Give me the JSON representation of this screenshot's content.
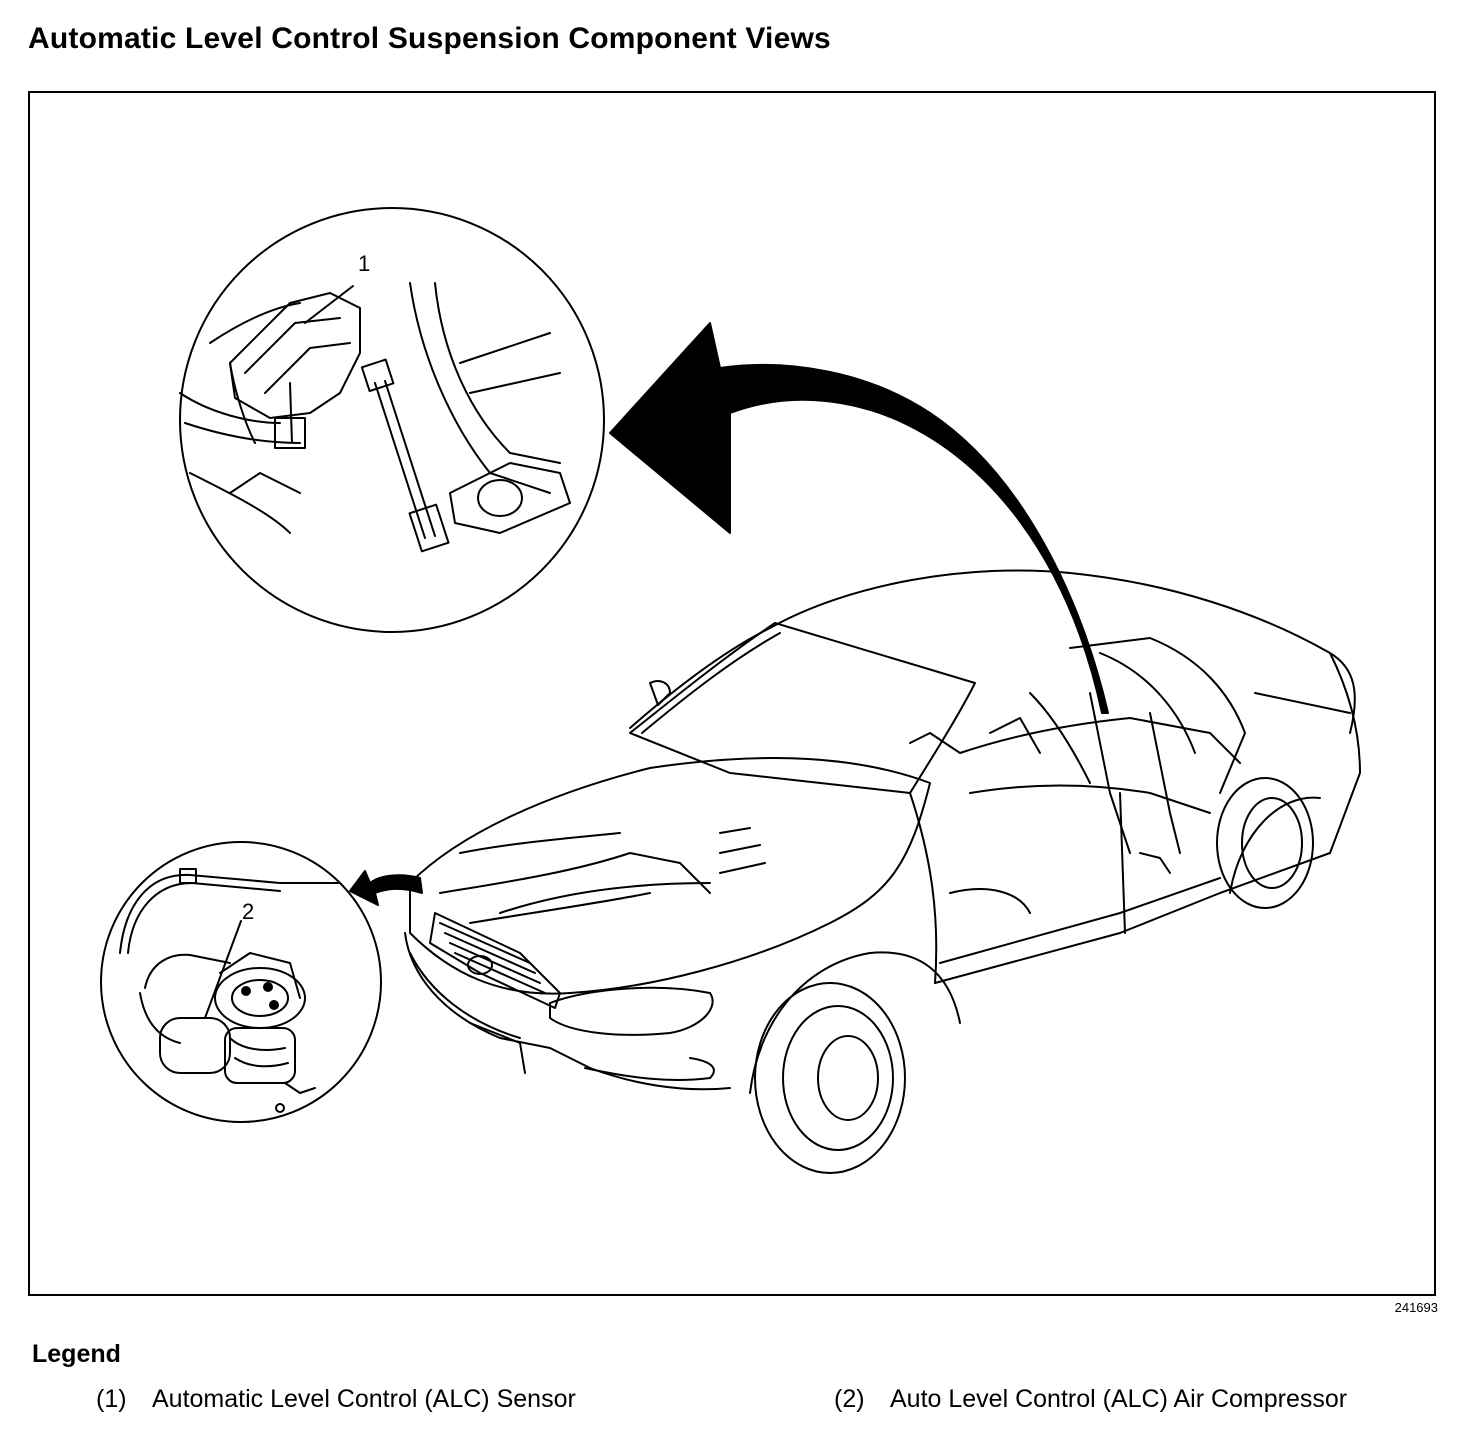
{
  "page": {
    "title": "Automatic Level Control Suspension Component Views",
    "figure_id": "241693"
  },
  "diagram": {
    "callouts": [
      "1",
      "2"
    ]
  },
  "legend": {
    "title": "Legend",
    "items": [
      {
        "number": "(1)",
        "label": "Automatic Level Control (ALC) Sensor"
      },
      {
        "number": "(2)",
        "label": "Auto Level Control (ALC) Air Compressor"
      }
    ]
  }
}
